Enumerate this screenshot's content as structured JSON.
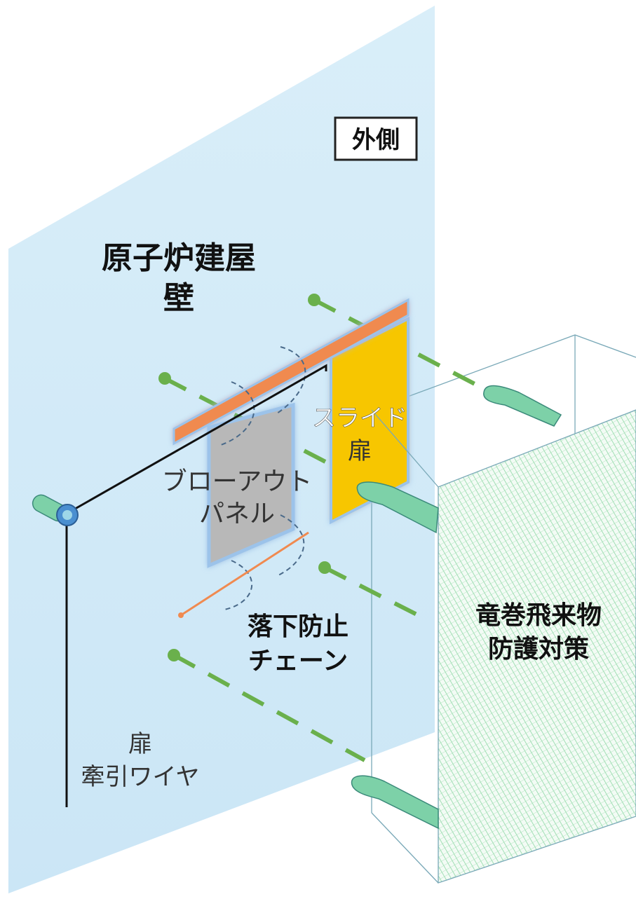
{
  "labels": {
    "outside": "外側",
    "wall_line1": "原子炉建屋",
    "wall_line2": "壁",
    "slide_door_line1": "スライド",
    "slide_door_line2": "扉",
    "blowout_line1": "ブローアウト",
    "blowout_line2": "パネル",
    "chain_line1": "落下防止",
    "chain_line2": "チェーン",
    "wire_line1": "扉",
    "wire_line2": "牽引ワイヤ",
    "tornado_line1": "竜巻飛来物",
    "tornado_line2": "防護対策"
  },
  "colors": {
    "wall": "#cfe9f7",
    "rail": "#f08a50",
    "slide_door": "#f7c600",
    "blowout_panel": "#b8b8b8",
    "panel_border": "#9cc3ea",
    "net": "#6fcf8a",
    "pipe": "#7dd1a8",
    "dash_line": "#6ab04c",
    "chain": "#f08a50",
    "wire": "#111111"
  }
}
